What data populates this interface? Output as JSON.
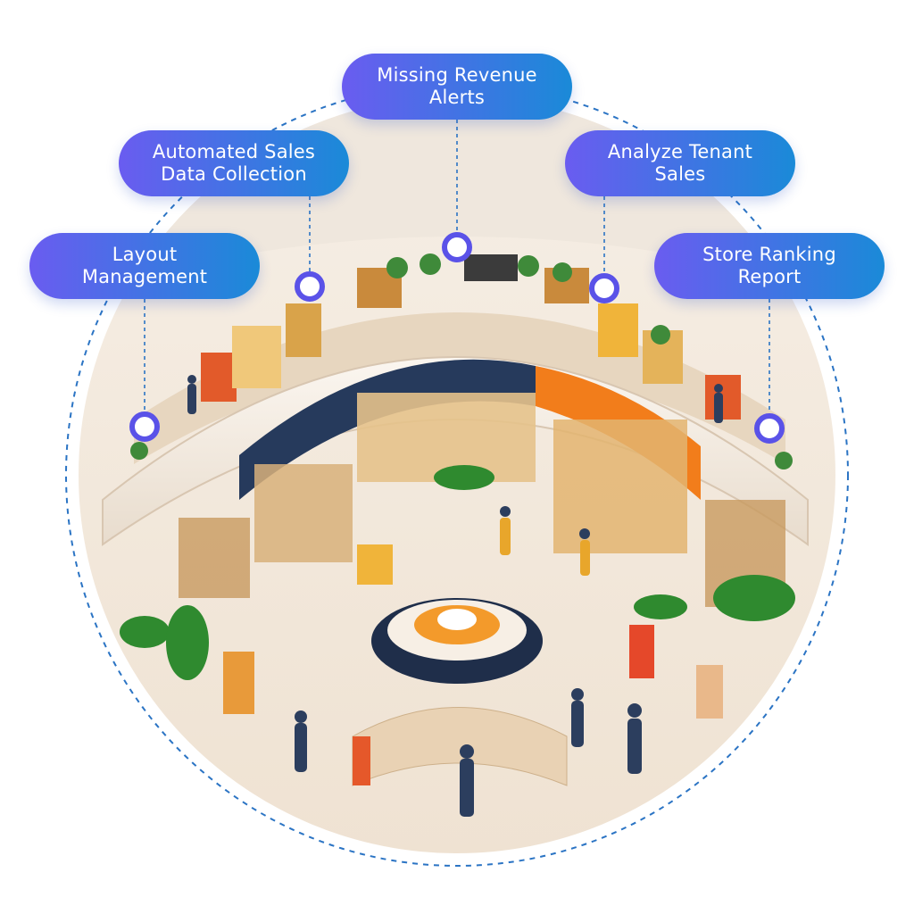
{
  "colors": {
    "pill_gradient_start": "#6a5cf0",
    "pill_gradient_end": "#1a8ad8",
    "dashed_ring": "#2b74c4",
    "connector_dot_border": "#5a52e8",
    "scene_background": "#f3ece4"
  },
  "labels": {
    "missing_revenue": "Missing Revenue\nAlerts",
    "automated_sales": "Automated Sales\nData Collection",
    "analyze_tenant": "Analyze Tenant\nSales",
    "layout_management": "Layout\nManagement",
    "store_ranking": "Store Ranking\nReport"
  },
  "illustration": {
    "subject": "shopping-mall-atrium",
    "icon": "mall-illustration"
  }
}
